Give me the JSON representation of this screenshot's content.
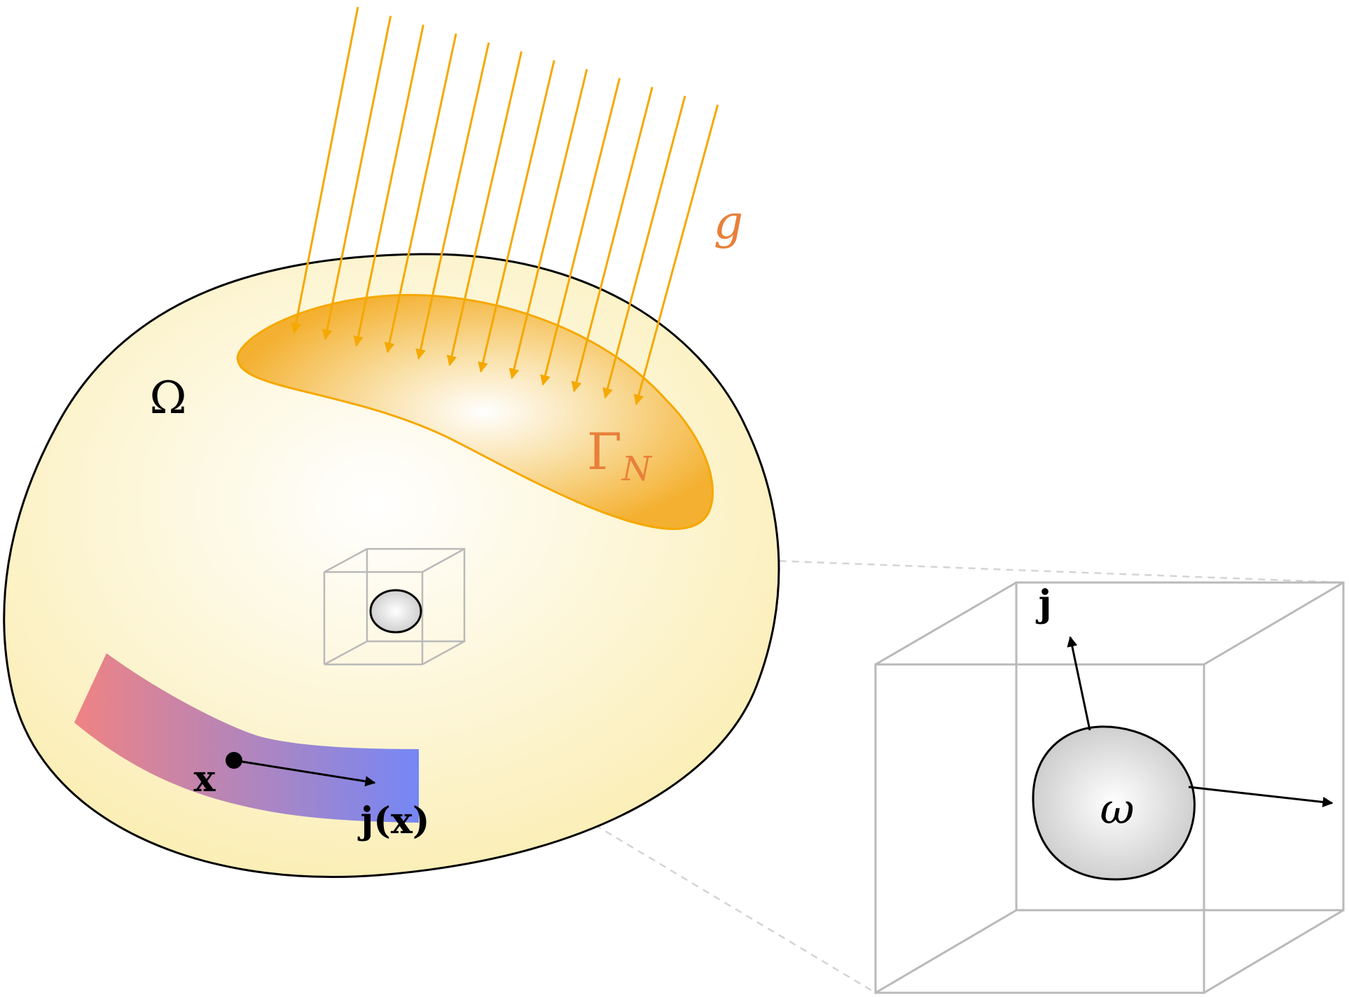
{
  "labels": {
    "domain": "Ω",
    "flux": "g",
    "boundary_main": "Γ",
    "boundary_sub": "N",
    "point": "x",
    "current": "j(x)",
    "inclusion": "ω",
    "current_inset": "j"
  },
  "colors": {
    "domain_fill_center": "#ffffff",
    "domain_fill_edge": "#fbeeb5",
    "domain_stroke": "#000000",
    "boundary_fill": "#f4b030",
    "boundary_stroke": "#f5a800",
    "flux_arrow": "#f5a800",
    "label_orange": "#e8803a",
    "band_start": "#ef8383",
    "band_end": "#7587f5",
    "cube_stroke": "#b9b9b9",
    "dash_stroke": "#d4d4d4",
    "inclusion_fill": "#c6c6c6"
  }
}
